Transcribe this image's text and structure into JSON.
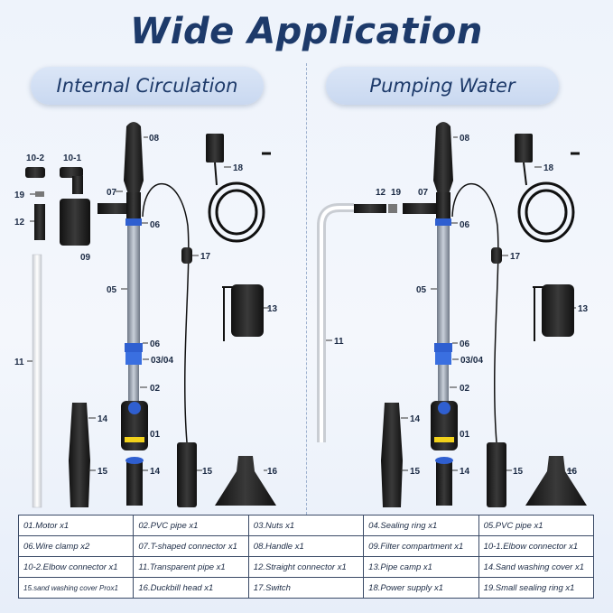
{
  "title": "Wide Application",
  "sections": {
    "left": "Internal Circulation",
    "right": "Pumping Water"
  },
  "diagram_labels": {
    "left": {
      "l08": "08",
      "l18": "18",
      "l10_2": "10-2",
      "l10_1": "10-1",
      "l19": "19",
      "l07": "07",
      "l12": "12",
      "l06a": "06",
      "l09": "09",
      "l17": "17",
      "l05": "05",
      "l13": "13",
      "l06b": "06",
      "l0304": "03/04",
      "l11": "11",
      "l02": "02",
      "l14a": "14",
      "l01": "01",
      "l15a": "15",
      "l14b": "14",
      "l15b": "15",
      "l16": "16"
    },
    "right": {
      "l08": "08",
      "l18": "18",
      "l12": "12",
      "l19": "19",
      "l07": "07",
      "l06a": "06",
      "l17": "17",
      "l05": "05",
      "l13": "13",
      "l11": "11",
      "l06b": "06",
      "l0304": "03/04",
      "l02": "02",
      "l14a": "14",
      "l01": "01",
      "l15a": "15",
      "l14b": "14",
      "l15b": "15",
      "l16": "16"
    }
  },
  "parts_table": [
    [
      "01.Motor x1",
      "02.PVC pipe x1",
      "03.Nuts x1",
      "04.Sealing ring x1",
      "05.PVC pipe x1"
    ],
    [
      "06.Wire clamp x2",
      "07.T-shaped connector x1",
      "08.Handle x1",
      "09.Filter compartment x1",
      "10-1.Elbow connector x1"
    ],
    [
      "10-2.Elbow connector x1",
      "11.Transparent pipe x1",
      "12.Straight connector x1",
      "13.Pipe camp x1",
      "14.Sand washing cover x1"
    ],
    [
      "15.sand washing cover Prox1",
      "16.Duckbill head x1",
      "17.Switch",
      "18.Power supply x1",
      "19.Small sealing ring x1"
    ]
  ],
  "colors": {
    "accent": "#1d3a6a",
    "clamp_blue": "#2f5fd0",
    "motor_yellow": "#f2d21b"
  }
}
